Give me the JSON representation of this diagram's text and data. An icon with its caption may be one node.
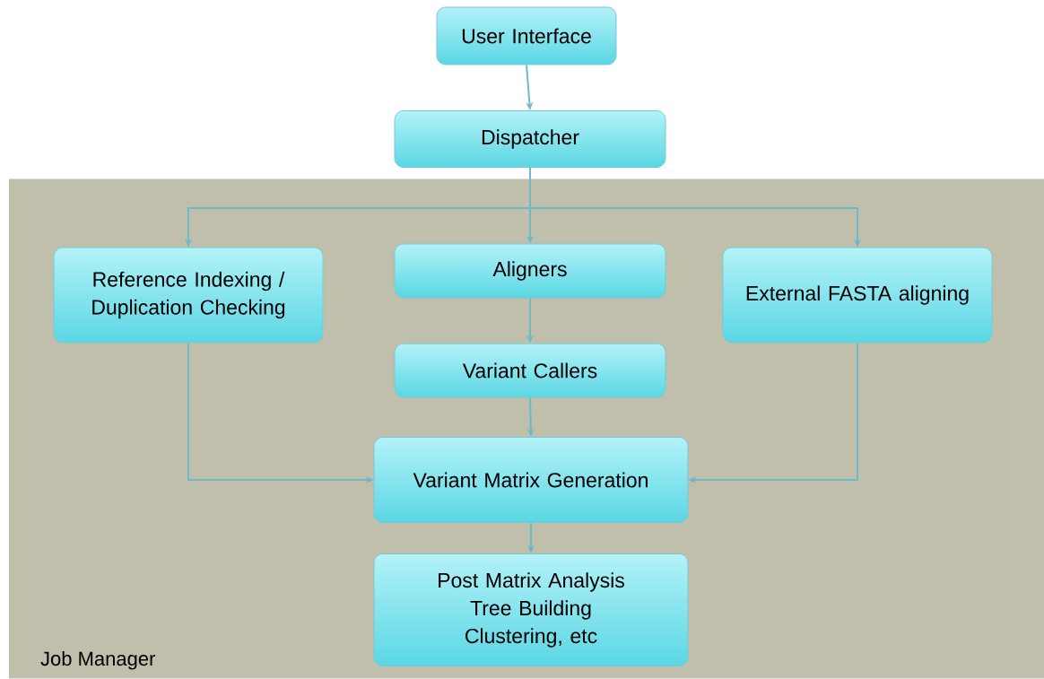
{
  "diagram": {
    "nodes": [
      {
        "text": [
          "User Interface"
        ]
      },
      {
        "text": [
          "Dispatcher"
        ]
      },
      {
        "text": [
          "Job Manager"
        ]
      },
      {
        "text": [
          "Reference Indexing / Duplication Checking"
        ],
        "in": 2
      },
      {
        "text": [
          "Aligners"
        ],
        "in": 2
      },
      {
        "text": [
          "External FASTA aligning"
        ],
        "in": 2
      },
      {
        "text": [
          "Variant Callers"
        ],
        "in": 2
      },
      {
        "text": [
          "Variant Matrix Generation"
        ],
        "in": 2
      },
      {
        "text": [
          "Post Matrix Analysis",
          "Tree Building",
          "Clustering, etc"
        ],
        "in": 2
      }
    ],
    "edges": [
      {
        "from": 0,
        "to": 1,
        "arrow": "to"
      },
      {
        "from": 1,
        "to": 3,
        "arrow": "to"
      },
      {
        "from": 1,
        "to": 4,
        "arrow": "to"
      },
      {
        "from": 1,
        "to": 5,
        "arrow": "to"
      },
      {
        "from": 4,
        "to": 6,
        "arrow": "to"
      },
      {
        "from": 6,
        "to": 7,
        "arrow": "to"
      },
      {
        "from": 3,
        "to": 7,
        "arrow": "to"
      },
      {
        "from": 5,
        "to": 7,
        "arrow": "to"
      },
      {
        "from": 7,
        "to": 8,
        "arrow": "to"
      }
    ]
  }
}
